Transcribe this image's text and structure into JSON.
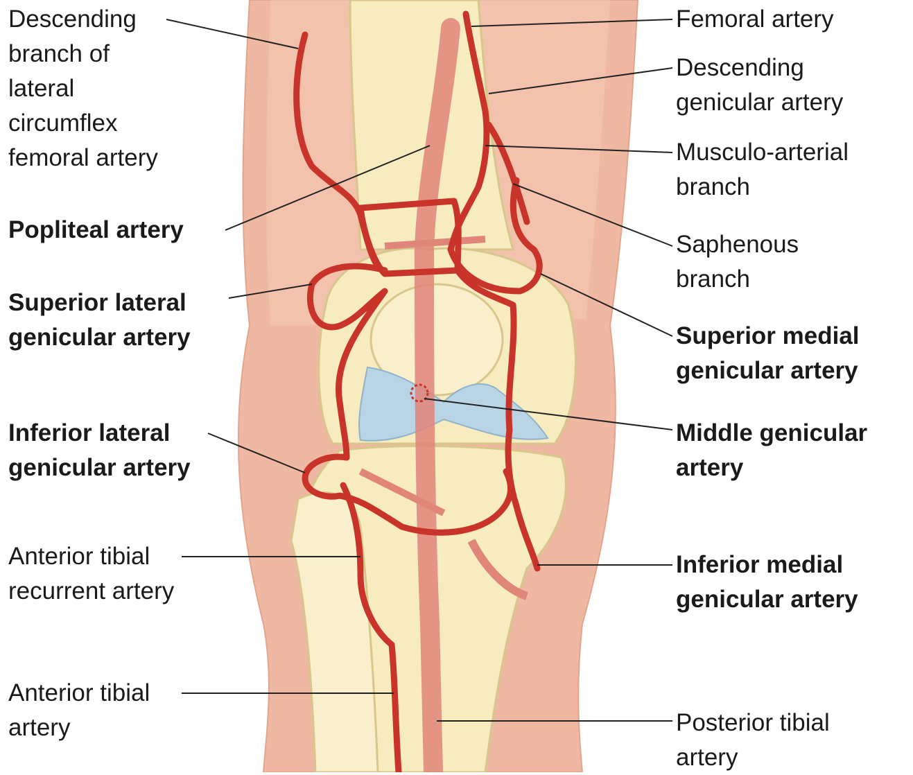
{
  "colors": {
    "skin": "#efb8a2",
    "skin_light": "#f8e6dc",
    "bone": "#f7ebc0",
    "bone_edge": "#d9c68c",
    "meniscus": "#b9d4e4",
    "artery": "#c9342a",
    "deep_vessel": "#e0857a",
    "leader": "#222222"
  },
  "labels": {
    "desc_lat_circ": [
      "Descending",
      "branch of",
      "lateral",
      "circumflex",
      "femoral artery"
    ],
    "popliteal": [
      "Popliteal artery"
    ],
    "sup_lat_gen": [
      "Superior lateral",
      "genicular artery"
    ],
    "inf_lat_gen": [
      "Inferior lateral",
      "genicular artery"
    ],
    "ant_tib_rec": [
      "Anterior tibial",
      "recurrent artery"
    ],
    "ant_tib": [
      "Anterior tibial",
      "artery"
    ],
    "femoral": [
      "Femoral artery"
    ],
    "desc_gen": [
      "Descending",
      "genicular artery"
    ],
    "musculo": [
      "Musculo-arterial",
      "branch"
    ],
    "saphenous": [
      "Saphenous",
      "branch"
    ],
    "sup_med_gen": [
      "Superior medial",
      "genicular artery"
    ],
    "middle_gen": [
      "Middle genicular",
      "artery"
    ],
    "inf_med_gen": [
      "Inferior medial",
      "genicular artery"
    ],
    "post_tib": [
      "Posterior tibial",
      "artery"
    ]
  }
}
